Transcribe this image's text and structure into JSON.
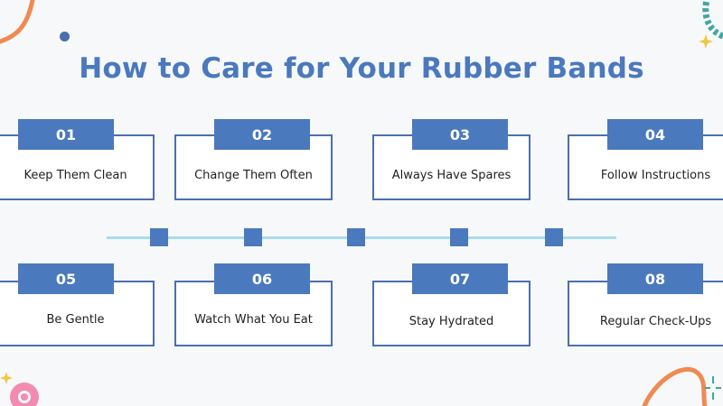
{
  "title": "How to Care for Your Rubber Bands",
  "steps": [
    {
      "number": "01",
      "label": "Keep Them Clean"
    },
    {
      "number": "02",
      "label": "Change Them Often"
    },
    {
      "number": "03",
      "label": "Always Have Spares"
    },
    {
      "number": "04",
      "label": "Follow Instructions"
    },
    {
      "number": "05",
      "label": "Be Gentle"
    },
    {
      "number": "06",
      "label": "Watch What You Eat"
    },
    {
      "number": "07",
      "label": "Stay Hydrated"
    },
    {
      "number": "08",
      "label": "Regular Check-Ups"
    }
  ],
  "colors": {
    "accent": "#4a79bd",
    "border": "#4a6fae",
    "timeline": "#a9dcef",
    "decor_orange": "#ef8a52",
    "decor_teal": "#3fa7a0",
    "decor_pink": "#f38bb1",
    "decor_yellow": "#f2c744"
  }
}
